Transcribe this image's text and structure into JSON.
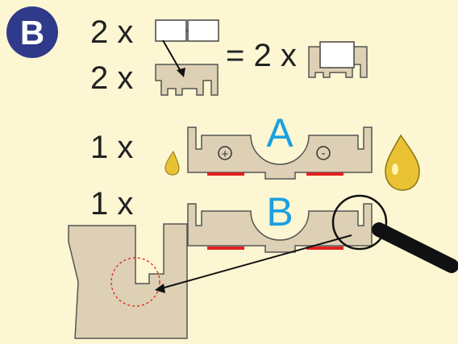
{
  "step_badge": {
    "label": "B",
    "color": "#2f3a8a"
  },
  "rows": {
    "row1_qty": "2 x",
    "row2_qty": "2 x",
    "result": "= 2 x",
    "part_a_qty": "1 x",
    "part_b_qty": "1 x"
  },
  "parts": {
    "part_a_label": "A",
    "part_b_label": "B",
    "plus_symbol": "+",
    "minus_symbol": "-",
    "label_color": "#1aa0e0",
    "contact_color": "#e02020",
    "part_fill": "#ddd0b4"
  },
  "icons": [
    "glue-drop-icon",
    "magnifier-icon",
    "arrow-icon"
  ]
}
